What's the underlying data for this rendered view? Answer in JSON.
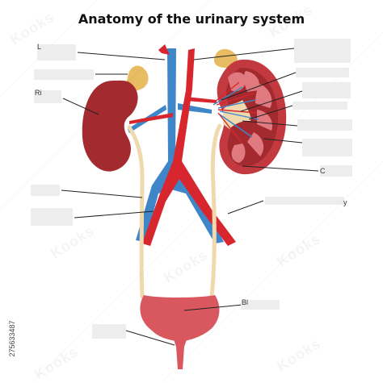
{
  "title": "Anatomy of the urinary system",
  "colors": {
    "kidney": "#a32a2f",
    "kidney_cortex": "#c23a40",
    "pyramid": "#e17a80",
    "adrenal": "#e7bc62",
    "ureter": "#f0d9ad",
    "vein": "#3f86c9",
    "artery": "#d8262e",
    "bladder": "#d9575e",
    "leader": "#222222",
    "label_box": "#ededed"
  },
  "label_fragments": {
    "left_1": "L",
    "left_3": "Ri",
    "right_7": "C",
    "right_8": "y",
    "bottom_1": "Bl"
  },
  "watermark": "Kooks",
  "stock_id": "275633487"
}
